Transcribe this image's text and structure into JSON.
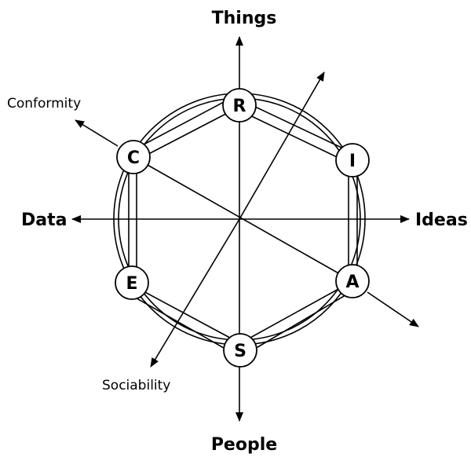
{
  "colors": {
    "ink": "#000000",
    "background": "#ffffff"
  },
  "axes": {
    "things": "Things",
    "people": "People",
    "data": "Data",
    "ideas": "Ideas",
    "conformity": "Conformity",
    "sociability": "Sociability"
  },
  "nodes": {
    "r": "R",
    "i": "I",
    "a": "A",
    "s": "S",
    "e": "E",
    "c": "C"
  }
}
